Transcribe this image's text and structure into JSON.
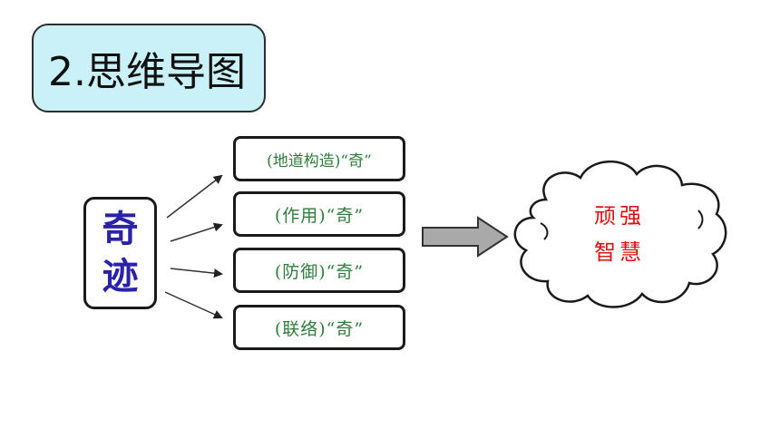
{
  "title": "2.思维导图",
  "center": {
    "char_top": "奇",
    "char_bottom": "迹"
  },
  "branches": [
    {
      "label": "(地道构造)“奇”"
    },
    {
      "label": "(作用)“奇”"
    },
    {
      "label": "(防御)“奇”"
    },
    {
      "label": "(联络)“奇”"
    }
  ],
  "cloud": {
    "line1": "顽强",
    "line2": "智慧"
  },
  "colors": {
    "title_bg": "#c9f1f7",
    "center_text": "#2a22a8",
    "branch_text": "#2e7d3a",
    "cloud_text": "#e01010",
    "big_arrow": "#a9a9a9"
  }
}
